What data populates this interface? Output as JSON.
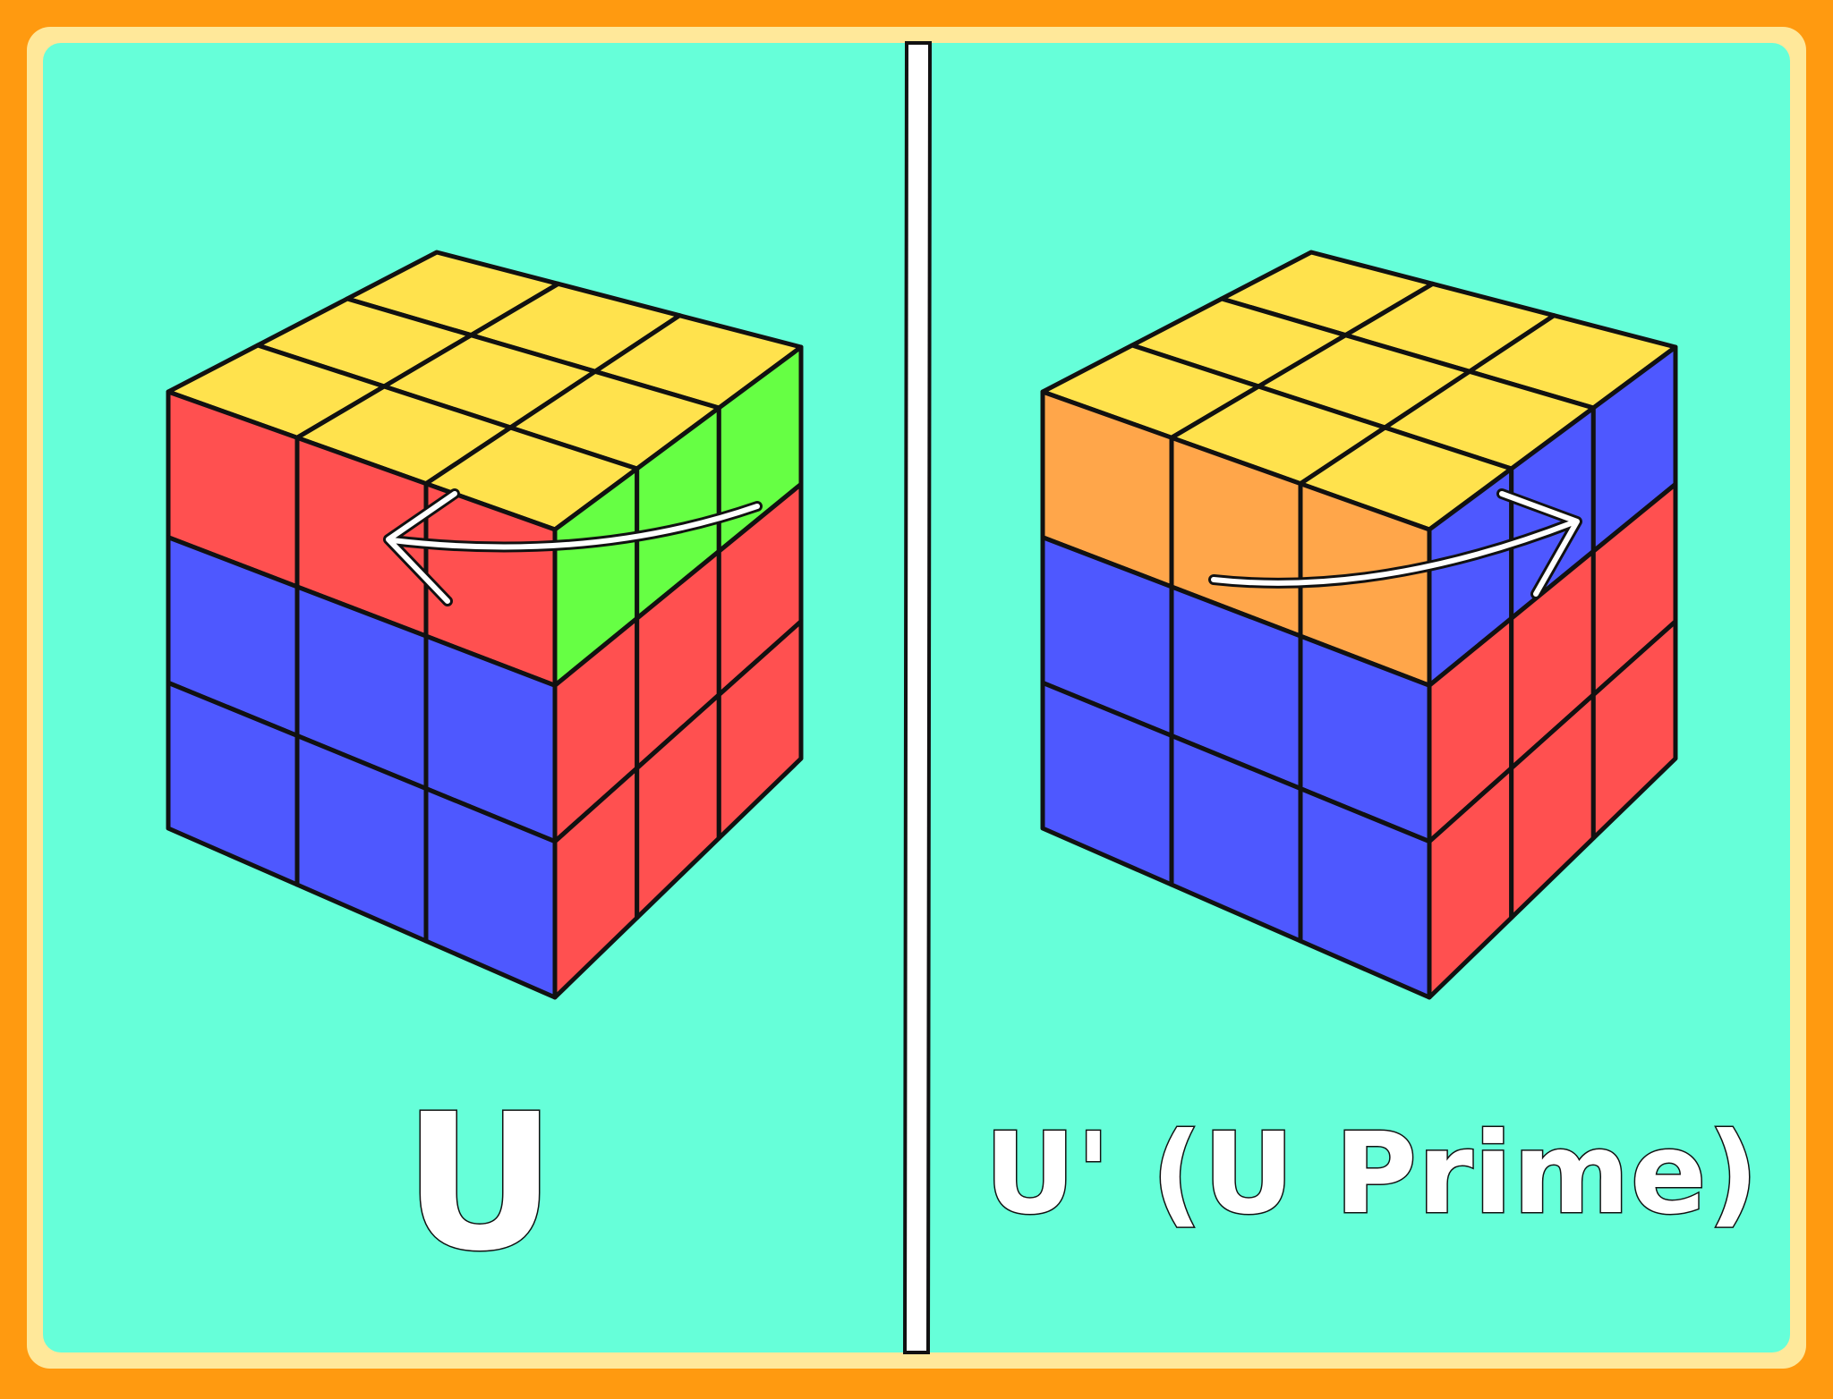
{
  "colors": {
    "frame": "#ff9a10",
    "frame_inner": "#ffe89a",
    "background": "#66ffd9",
    "yellow": "#ffe24d",
    "red": "#ff5050",
    "blue": "#4e58ff",
    "green": "#66ff44",
    "orange": "#ffa64a",
    "outline": "#111111",
    "arrow": "#ffffff"
  },
  "panels": [
    {
      "id": "left",
      "label": "U",
      "turn_direction": "counterclockwise-arrow-to-left",
      "top_face": [
        "yellow",
        "yellow",
        "yellow",
        "yellow",
        "yellow",
        "yellow",
        "yellow",
        "yellow",
        "yellow"
      ],
      "front_face": [
        "red",
        "red",
        "red",
        "blue",
        "blue",
        "blue",
        "blue",
        "blue",
        "blue"
      ],
      "right_face": [
        "green",
        "green",
        "green",
        "red",
        "red",
        "red",
        "red",
        "red",
        "red"
      ]
    },
    {
      "id": "right",
      "label": "U' (U Prime)",
      "turn_direction": "clockwise-arrow-to-right",
      "top_face": [
        "yellow",
        "yellow",
        "yellow",
        "yellow",
        "yellow",
        "yellow",
        "yellow",
        "yellow",
        "yellow"
      ],
      "front_face": [
        "orange",
        "orange",
        "orange",
        "blue",
        "blue",
        "blue",
        "blue",
        "blue",
        "blue"
      ],
      "right_face": [
        "blue",
        "blue",
        "blue",
        "red",
        "red",
        "red",
        "red",
        "red",
        "red"
      ]
    }
  ]
}
